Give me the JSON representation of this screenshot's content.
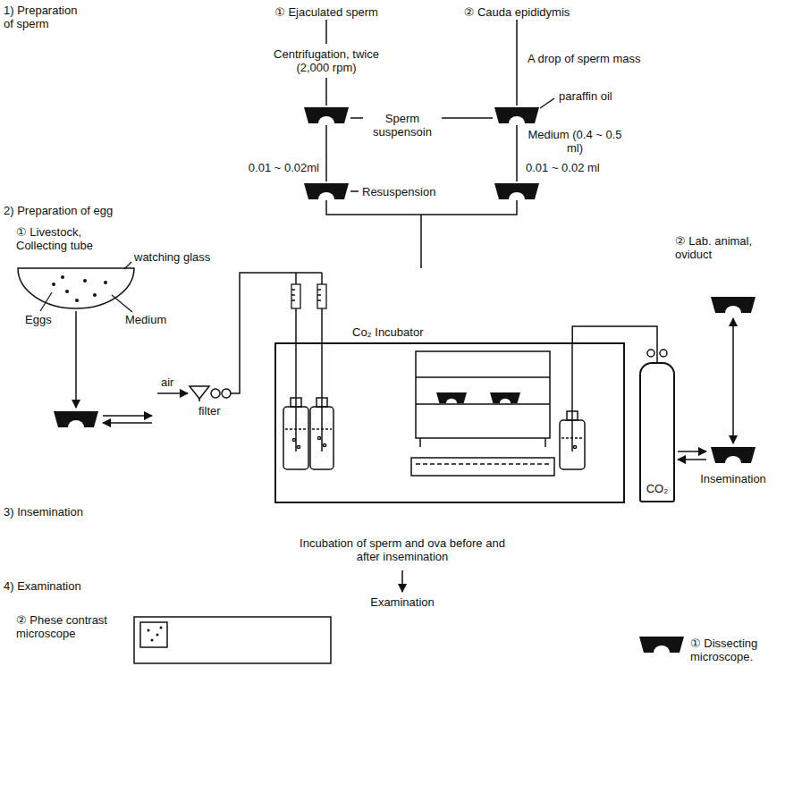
{
  "diagram": {
    "nodes": [
      {
        "text": [
          "Co₂ Incubator"
        ]
      },
      {
        "text": [
          "CO₂"
        ]
      }
    ],
    "edges": [
      {
        "from": 1,
        "to": 0,
        "arrow": "none"
      }
    ],
    "labels": [
      "1) Preparation of sperm",
      "① Ejaculated sperm",
      "② Cauda epididymis",
      "Centrifugation, twice (2,000 rpm)",
      "A drop of sperm mass",
      "paraffin oil",
      "Sperm suspensoin",
      "Medium (0.4 ~ 0.5 ml)",
      "0.01 ~ 0.02ml",
      "0.01 ~ 0.02 ml",
      "Resuspension",
      "2) Preparation of egg",
      "① Livestock, Collecting tube",
      "watching glass",
      "Eggs",
      "Medium",
      "② Lab. animal, oviduct",
      "air",
      "filter",
      "Insemination",
      "3) Insemination",
      "Incubation of sperm and ova before and after insemination",
      "Examination",
      "4) Examination",
      "② Phese contrast microscope",
      "① Dissecting microscope."
    ]
  }
}
